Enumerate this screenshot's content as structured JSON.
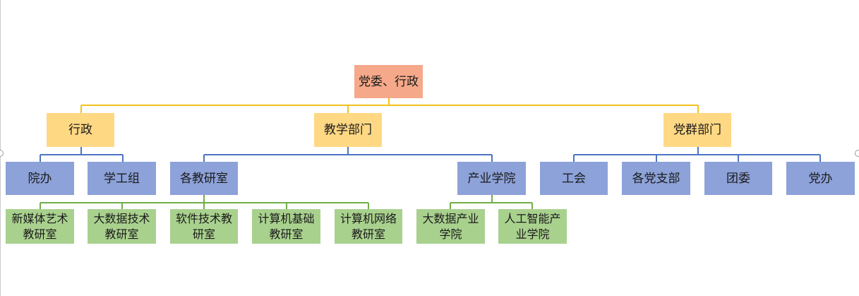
{
  "colors": {
    "root": "#f5a98a",
    "level1": "#ffd884",
    "level2": "#8da2d9",
    "level3": "#a9d18e",
    "connector_top": "#f2c21b",
    "connector_mid": "#4c74c2",
    "connector_bottom": "#70ad47"
  },
  "org": {
    "root": "党委、行政",
    "branches": {
      "admin": "行政",
      "teaching": "教学部门",
      "party": "党群部门"
    },
    "admin_units": [
      "院办",
      "学工组"
    ],
    "teaching_units": [
      "各教研室",
      "产业学院"
    ],
    "party_units": [
      "工会",
      "各党支部",
      "团委",
      "党办"
    ],
    "research_offices": [
      "新媒体艺术\n教研室",
      "大数据技术\n教研室",
      "软件技术教\n研室",
      "计算机基础\n教研室",
      "计算机网络\n教研室"
    ],
    "industry_colleges": [
      "大数据产业\n学院",
      "人工智能产\n业学院"
    ]
  }
}
